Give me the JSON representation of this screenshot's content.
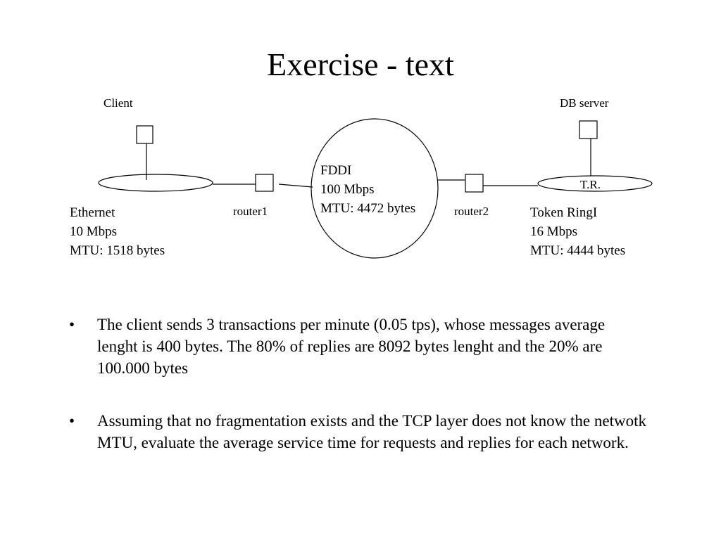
{
  "title": "Exercise - text",
  "diagram": {
    "client_label": "Client",
    "db_server_label": "DB server",
    "router1_label": "router1",
    "router2_label": "router2",
    "token_ring_tag": "T.R.",
    "ethernet": {
      "name": "Ethernet",
      "speed": "10 Mbps",
      "mtu": "MTU: 1518 bytes"
    },
    "fddi": {
      "name": "FDDI",
      "speed": "100 Mbps",
      "mtu": "MTU: 4472 bytes"
    },
    "token_ring": {
      "name": "Token RingI",
      "speed": "16 Mbps",
      "mtu": "MTU: 4444 bytes"
    }
  },
  "bullets": [
    {
      "mark": "•",
      "text": "The client sends 3 transactions per minute (0.05 tps), whose messages average lenght is 400 bytes. The 80% of replies are 8092 bytes lenght and the 20% are 100.000 bytes"
    },
    {
      "mark": "•",
      "text": "Assuming that no fragmentation exists and the TCP layer does not know the netwotk MTU, evaluate the average service time for requests and replies for each network."
    }
  ]
}
